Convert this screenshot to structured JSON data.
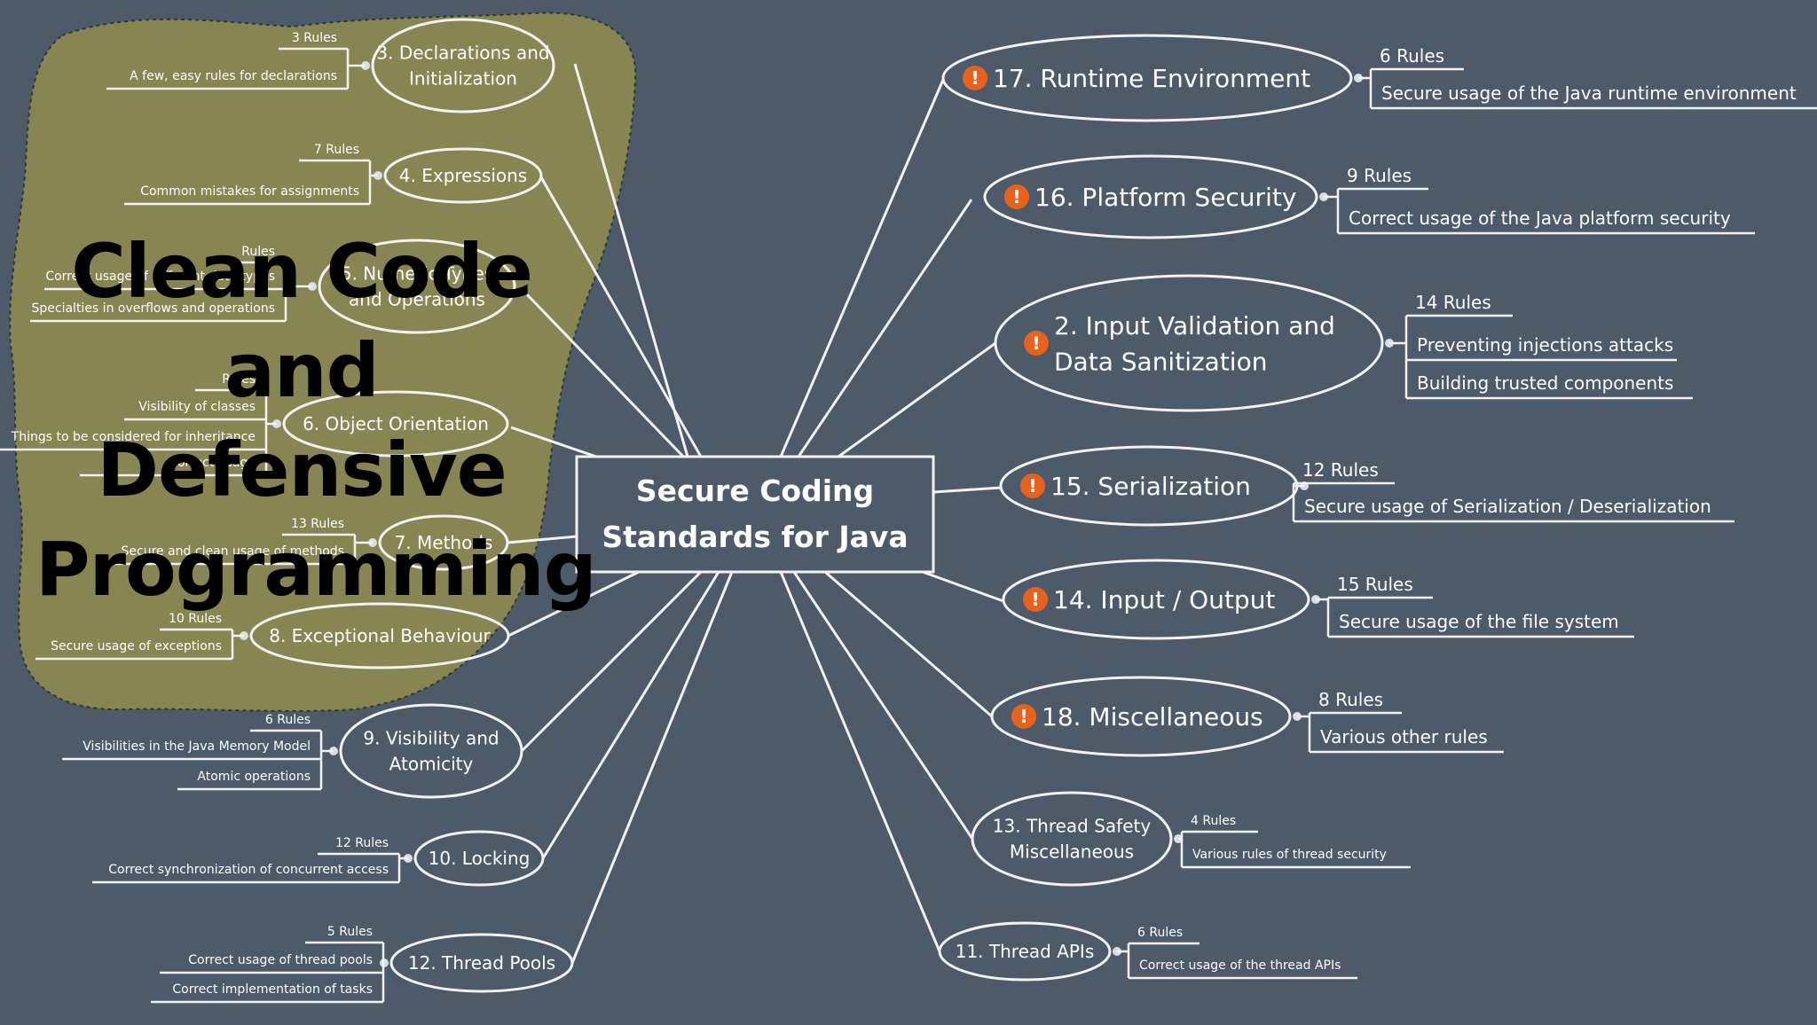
{
  "center": {
    "line1": "Secure Coding",
    "line2": "Standards for Java"
  },
  "overlay_title": [
    "Clean Code",
    "and Defensive",
    "Programming"
  ],
  "nodes": [
    {
      "id": "n3",
      "label": [
        "3. Declarations and",
        "Initialization"
      ],
      "rules": "3 Rules",
      "details": [
        "A few, easy rules for declarations"
      ]
    },
    {
      "id": "n4",
      "label": [
        "4. Expressions"
      ],
      "rules": "7 Rules",
      "details": [
        "Common mistakes for assignments"
      ]
    },
    {
      "id": "n5",
      "label": [
        "5. Numeric Types",
        "and Operations"
      ],
      "rules": "Rules",
      "details": [
        "Correct usage of different data types",
        "Specialties in overflows and operations"
      ]
    },
    {
      "id": "n6",
      "label": [
        "6. Object Orientation"
      ],
      "rules": "Rules",
      "details": [
        "Visibility of classes",
        "Things to be considered for inheritance",
        "Correct usage"
      ]
    },
    {
      "id": "n7",
      "label": [
        "7. Methods"
      ],
      "rules": "13 Rules",
      "details": [
        "Secure and clean usage of methods"
      ]
    },
    {
      "id": "n8",
      "label": [
        "8. Exceptional Behaviour"
      ],
      "rules": "10 Rules",
      "details": [
        "Secure usage of exceptions"
      ]
    },
    {
      "id": "n9",
      "label": [
        "9. Visibility and",
        "Atomicity"
      ],
      "rules": "6 Rules",
      "details": [
        "Visibilities in the Java Memory Model",
        "Atomic operations"
      ]
    },
    {
      "id": "n10",
      "label": [
        "10. Locking"
      ],
      "rules": "12 Rules",
      "details": [
        "Correct synchronization of concurrent access"
      ]
    },
    {
      "id": "n12",
      "label": [
        "12. Thread Pools"
      ],
      "rules": "5 Rules",
      "details": [
        "Correct usage of thread pools",
        "Correct implementation of tasks"
      ]
    },
    {
      "id": "n17",
      "label": [
        "17. Runtime Environment"
      ],
      "rules": "6 Rules",
      "details": [
        "Secure usage of the Java runtime environment"
      ],
      "flag": true
    },
    {
      "id": "n16",
      "label": [
        "16. Platform Security"
      ],
      "rules": "9 Rules",
      "details": [
        "Correct usage of the Java platform security"
      ],
      "flag": true
    },
    {
      "id": "n2",
      "label": [
        "2. Input Validation and",
        "Data Sanitization"
      ],
      "rules": "14 Rules",
      "details": [
        "Preventing injections attacks",
        "Building trusted components"
      ],
      "flag": true
    },
    {
      "id": "n15",
      "label": [
        "15. Serialization"
      ],
      "rules": "12 Rules",
      "details": [
        "Secure usage of Serialization / Deserialization"
      ],
      "flag": true
    },
    {
      "id": "n14",
      "label": [
        "14. Input / Output"
      ],
      "rules": "15 Rules",
      "details": [
        "Secure usage of the file system"
      ],
      "flag": true
    },
    {
      "id": "n18",
      "label": [
        "18. Miscellaneous"
      ],
      "rules": "8 Rules",
      "details": [
        "Various other rules"
      ],
      "flag": true
    },
    {
      "id": "n13",
      "label": [
        "13. Thread Safety",
        "Miscellaneous"
      ],
      "rules": "4 Rules",
      "details": [
        "Various rules of thread security"
      ]
    },
    {
      "id": "n11",
      "label": [
        "11. Thread APIs"
      ],
      "rules": "6 Rules",
      "details": [
        "Correct usage of the thread APIs"
      ]
    }
  ],
  "colors": {
    "background": "#4c5a6a",
    "line": "#f2f2f2",
    "highlight": "#8a8850",
    "flag": "#e8621c"
  }
}
